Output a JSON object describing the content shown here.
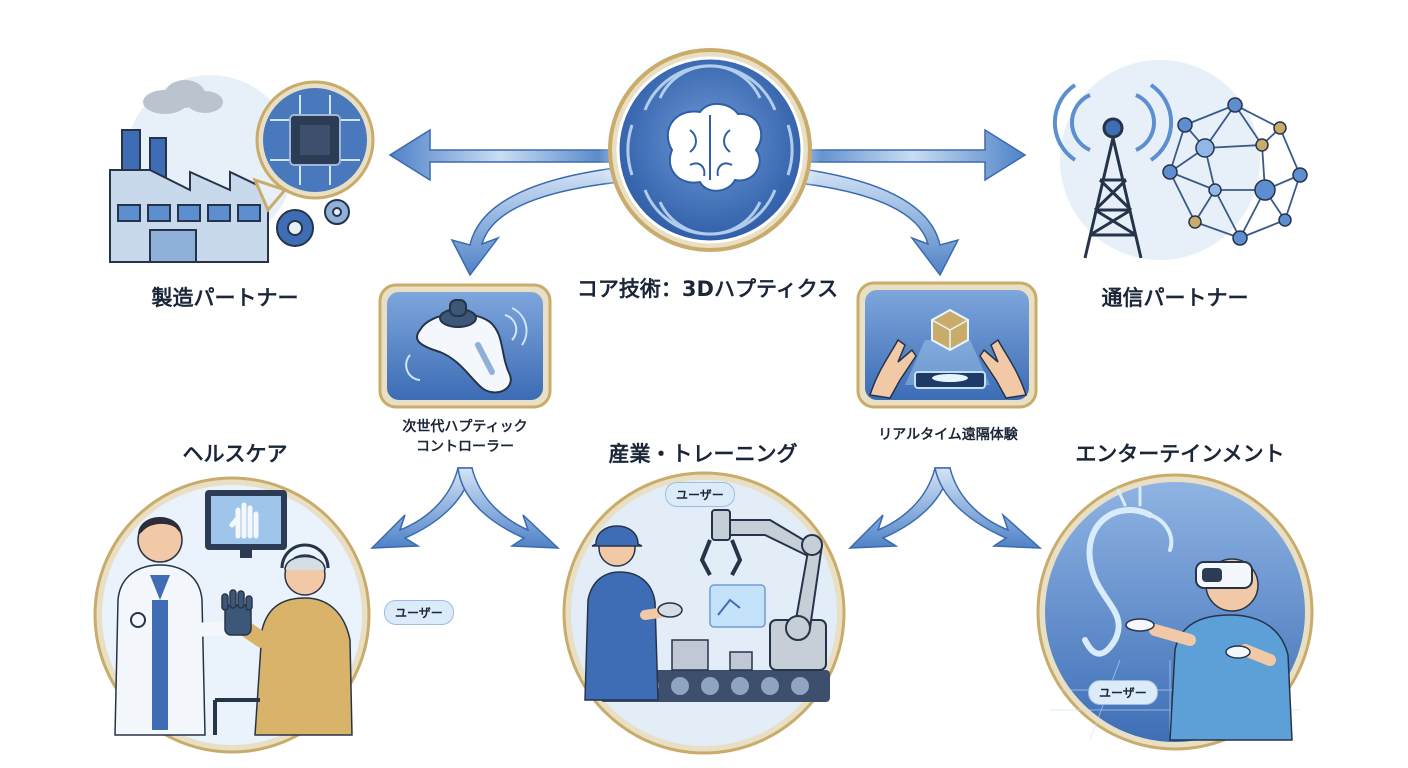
{
  "core": {
    "title": "コア技術：3Dハプティクス",
    "icon": "brain-icon"
  },
  "partners": {
    "manufacturing": {
      "label": "製造パートナー",
      "icon": "factory-chip-icon"
    },
    "telecom": {
      "label": "通信パートナー",
      "icon": "tower-network-icon"
    }
  },
  "products": {
    "controller": {
      "label_line1": "次世代ハプティック",
      "label_line2": "コントローラー",
      "icon": "controller-icon"
    },
    "remote": {
      "label": "リアルタイム遠隔体験",
      "icon": "hologram-hands-icon"
    }
  },
  "domains": {
    "healthcare": {
      "label": "ヘルスケア",
      "user_tag": "ユーザー"
    },
    "industrial": {
      "label": "産業・トレーニング",
      "user_tag": "ユーザー"
    },
    "entertainment": {
      "label": "エンターテインメント",
      "user_tag": "ユーザー"
    }
  },
  "colors": {
    "accent": "#3f6db5",
    "gold": "#c9ab6a",
    "light": "#dbeaf7",
    "arrow": "#5d8fd0"
  }
}
